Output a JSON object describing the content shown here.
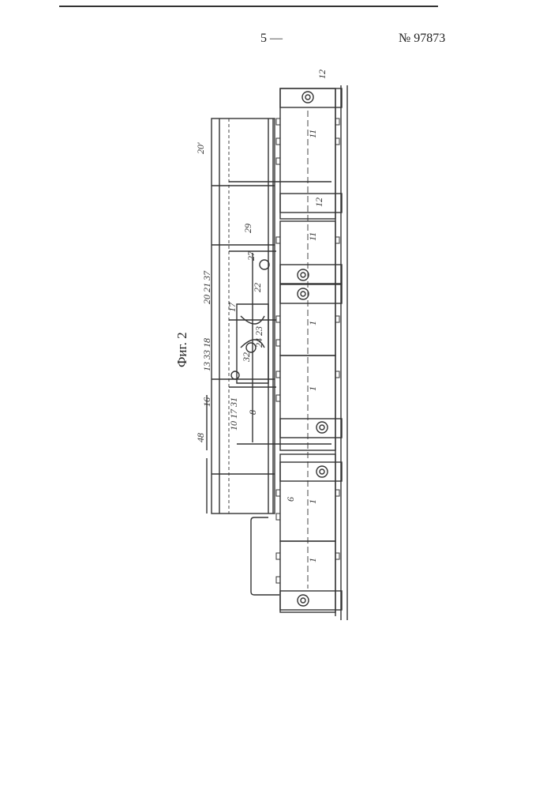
{
  "header": {
    "page_number": "5 —",
    "patent_number": "№ 97873"
  },
  "figure": {
    "caption": "Фиг. 2",
    "labels": {
      "l12_top": "12",
      "l11_a": "11",
      "l20p": "20'",
      "l12_mid": "12",
      "l29": "29",
      "l11_b": "11",
      "l27": "27",
      "l20_21_37": "20 21 37",
      "l22_a": "22",
      "l17": "17",
      "l13_33_18": "13 33 18",
      "l24_23": "24 23",
      "l32": "32",
      "l16": "16",
      "l10_17_31": "10 17 31",
      "l8": "8",
      "l48": "48",
      "l1_a": "1",
      "l1_b": "1",
      "l6": "6",
      "l1_c": "1",
      "l1_d": "1"
    }
  }
}
